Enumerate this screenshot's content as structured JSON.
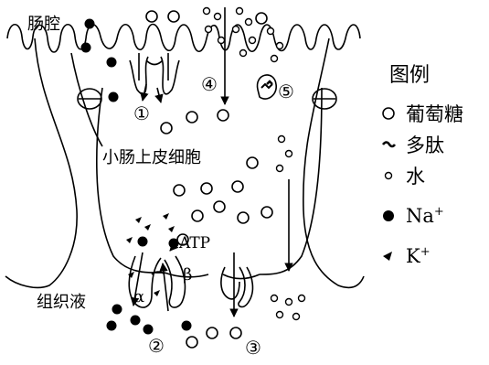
{
  "labels": {
    "lumen": "肠腔",
    "cell": "小肠上皮细胞",
    "tissue_fluid": "组织液",
    "atp": "ATP",
    "alpha": "α",
    "beta": "β"
  },
  "numbers": {
    "n1": "①",
    "n2": "②",
    "n3": "③",
    "n4": "④",
    "n5": "⑤"
  },
  "legend": {
    "title": "图例",
    "items": [
      {
        "key": "glucose",
        "symbol": "open-circle",
        "label": "葡萄糖"
      },
      {
        "key": "polypeptide",
        "symbol": "wavy-mark",
        "label": "多肽"
      },
      {
        "key": "water",
        "symbol": "small-open-circle",
        "label": "水"
      },
      {
        "key": "sodium",
        "symbol": "filled-circle",
        "label": "Na",
        "sup": "+"
      },
      {
        "key": "potassium",
        "symbol": "filled-triangle",
        "label": "K",
        "sup": "+"
      }
    ]
  },
  "colors": {
    "stroke": "#000000",
    "background": "#ffffff"
  }
}
